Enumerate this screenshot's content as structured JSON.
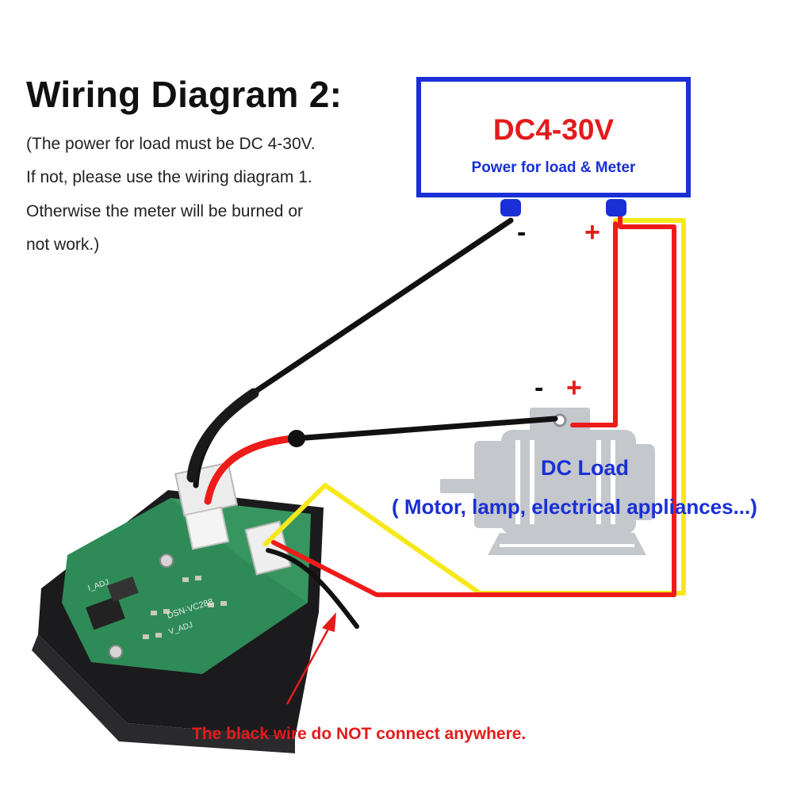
{
  "title": "Wiring Diagram 2:",
  "note_lines": [
    "(The power for load must be DC 4-30V.",
    "If not, please use the wiring diagram 1.",
    "Otherwise the meter will be burned or",
    "not work.)"
  ],
  "power_supply": {
    "voltage": "DC4-30V",
    "label": "Power for load & Meter",
    "minus": "-",
    "plus": "+"
  },
  "load": {
    "title": "DC Load",
    "subtitle": "( Motor, lamp, electrical appliances...)",
    "minus": "-",
    "plus": "+"
  },
  "meter": {
    "board_labels": [
      "I_ADJ",
      "DSN-VC288",
      "V_ADJ"
    ]
  },
  "warning": "The black wire do NOT connect anywhere.",
  "colors": {
    "box_border": "#1a2fd6",
    "red_text": "#e41b1b",
    "wire_black": "#111111",
    "wire_red": "#ee1b1b",
    "wire_yellow": "#f7e81c",
    "motor_gray": "#c4c7cc",
    "pcb_green": "#2e8b57"
  }
}
